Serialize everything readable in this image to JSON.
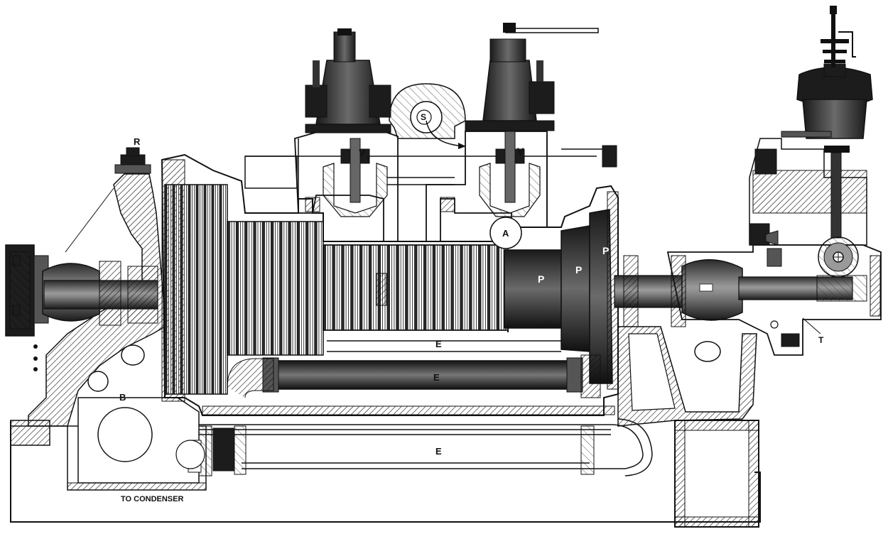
{
  "labels": {
    "R": "R",
    "Vs_main": "V",
    "Vs_sub": "s",
    "V": "V",
    "S": "S",
    "A": "A",
    "P1": "P",
    "P2": "P",
    "P3": "P",
    "E1": "E",
    "E2": "E",
    "E3": "E",
    "B": "B",
    "T": "T",
    "condenser": "TO CONDENSER"
  },
  "colors": {
    "ink": "#111111",
    "paper": "#ffffff",
    "shade_dark": "#1c1c1c",
    "shade_mid": "#555555",
    "shade_light": "#9a9a9a"
  }
}
